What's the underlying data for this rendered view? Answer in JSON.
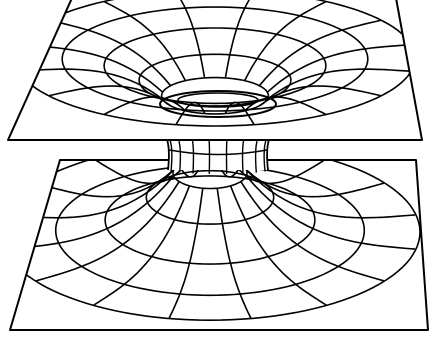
{
  "diagram": {
    "subject": "wormhole-embedding",
    "components": [
      "upper-sheet",
      "lower-sheet",
      "throat"
    ],
    "ring_count_per_sheet": 5,
    "spoke_count": 16,
    "colors": {
      "line": "#000000",
      "background": "#ffffff"
    }
  }
}
